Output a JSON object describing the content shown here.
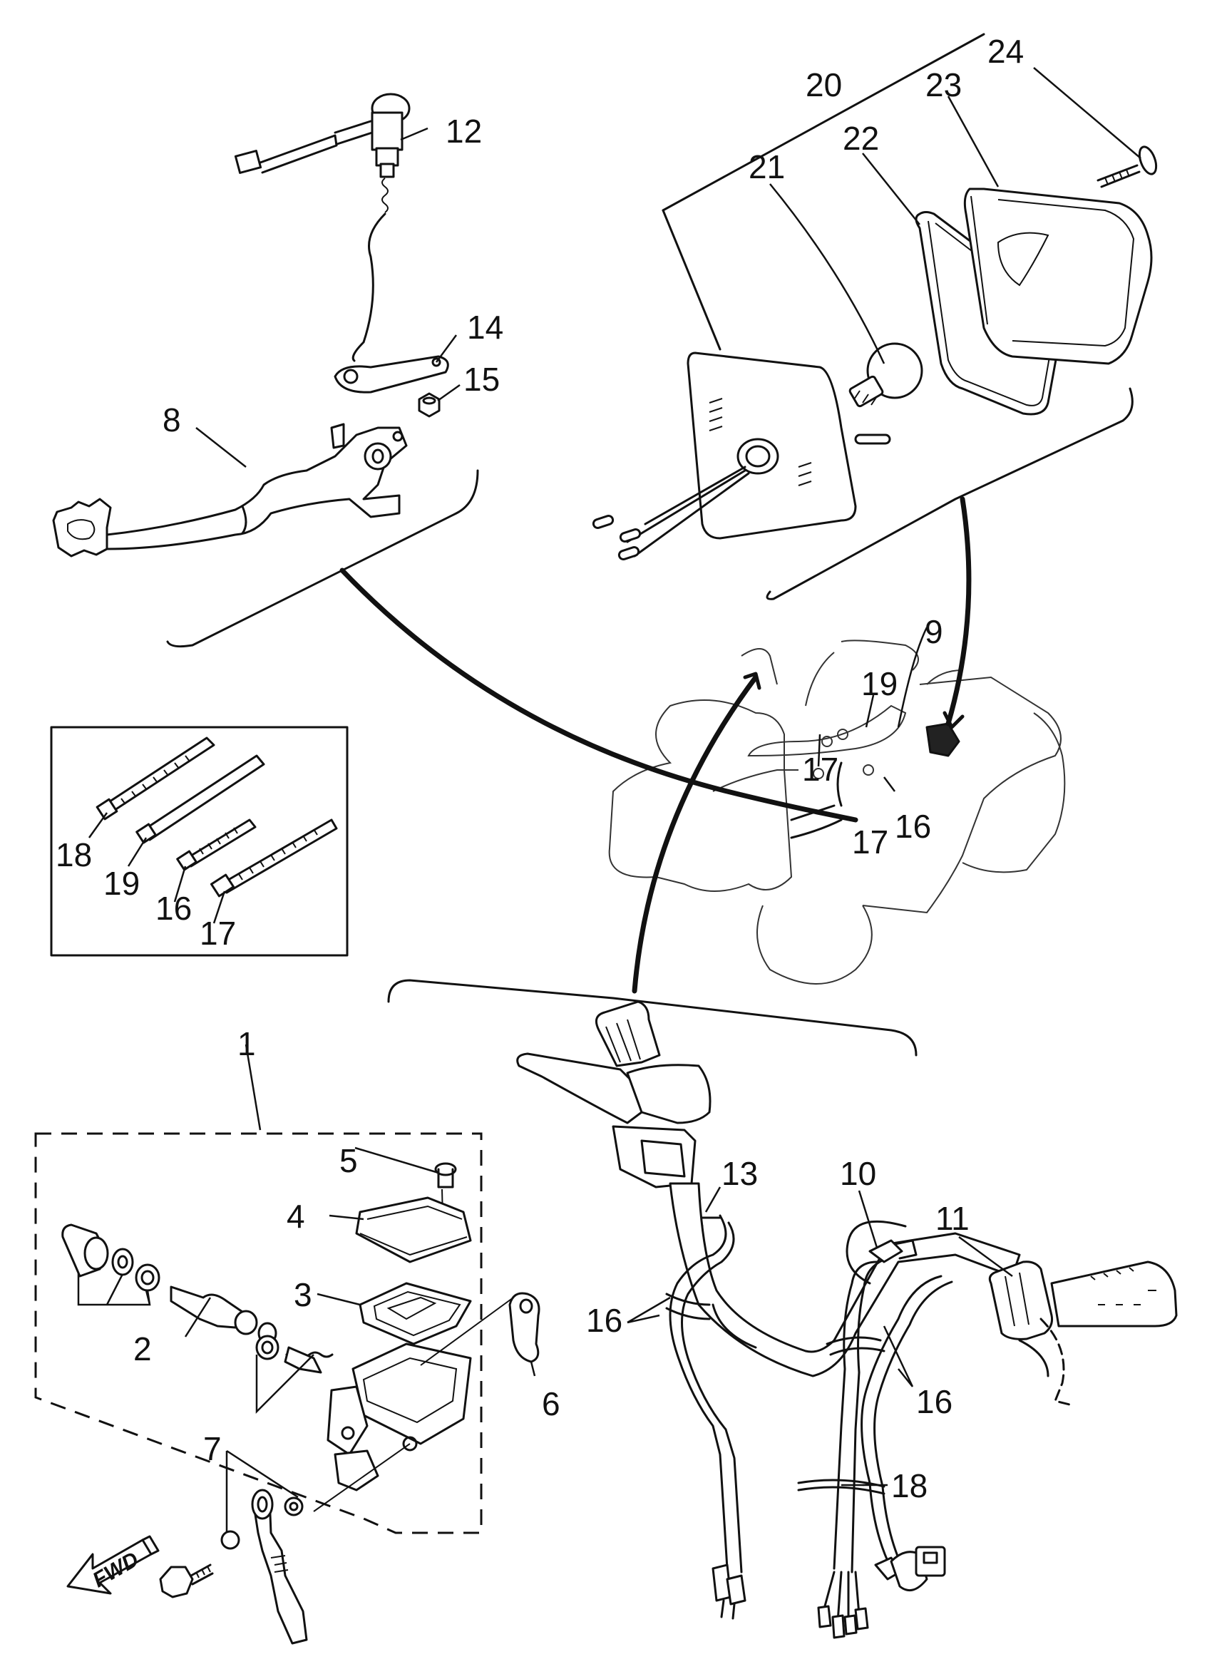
{
  "diagram": {
    "labels": [
      {
        "id": "1",
        "text": "1"
      },
      {
        "id": "2",
        "text": "2"
      },
      {
        "id": "3",
        "text": "3"
      },
      {
        "id": "4",
        "text": "4"
      },
      {
        "id": "5",
        "text": "5"
      },
      {
        "id": "6",
        "text": "6"
      },
      {
        "id": "7",
        "text": "7"
      },
      {
        "id": "8",
        "text": "8"
      },
      {
        "id": "9",
        "text": "9"
      },
      {
        "id": "10",
        "text": "10"
      },
      {
        "id": "11",
        "text": "11"
      },
      {
        "id": "12",
        "text": "12"
      },
      {
        "id": "13",
        "text": "13"
      },
      {
        "id": "14",
        "text": "14"
      },
      {
        "id": "15",
        "text": "15"
      },
      {
        "id": "16a",
        "text": "16"
      },
      {
        "id": "16b",
        "text": "16"
      },
      {
        "id": "16c",
        "text": "16"
      },
      {
        "id": "16d",
        "text": "16"
      },
      {
        "id": "17a",
        "text": "17"
      },
      {
        "id": "17b",
        "text": "17"
      },
      {
        "id": "17c",
        "text": "17"
      },
      {
        "id": "18a",
        "text": "18"
      },
      {
        "id": "18b",
        "text": "18"
      },
      {
        "id": "19a",
        "text": "19"
      },
      {
        "id": "19b",
        "text": "19"
      },
      {
        "id": "20",
        "text": "20"
      },
      {
        "id": "21",
        "text": "21"
      },
      {
        "id": "22",
        "text": "22"
      },
      {
        "id": "23",
        "text": "23"
      },
      {
        "id": "24",
        "text": "24"
      }
    ],
    "fwd_arrow_text": "FWD"
  }
}
